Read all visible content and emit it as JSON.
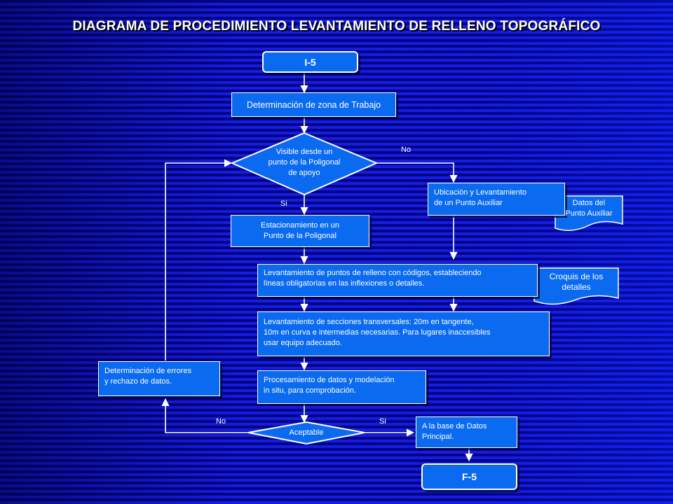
{
  "title": "DIAGRAMA DE PROCEDIMIENTO LEVANTAMIENTO DE RELLENO TOPOGRÁFICO",
  "nodes": {
    "start": "I-5",
    "zona": "Determinación de zona de Trabajo",
    "visible": "Visible desde un\npunto de la Poligonal\nde apoyo",
    "estacionamiento": "Estacionamiento en un\nPunto de la Poligonal",
    "ubicacion": "Ubicación y  Levantamiento\nde un Punto Auxiliar",
    "datos_aux": "Datos del\nPunto Auxiliar",
    "relleno": "Levantamiento de puntos de relleno con códigos, estableciendo\nlíneas obligatorias en las inflexiones o detalles.",
    "croquis": "Croquis de los\ndetalles",
    "secciones": "Levantamiento de secciones transversales: 20m en tangente,\n10m en curva e intermedias necesarias. Para lugares inaccesibles\nusar equipo adecuado.",
    "procesamiento": "Procesamiento de datos y modelación\nin situ, para comprobación.",
    "errores": "Determinación de errores\ny rechazo de datos.",
    "aceptable": "Aceptable",
    "base": "A la base de Datos\nPrincipal.",
    "end": "F-5"
  },
  "labels": {
    "no_visible": "No",
    "si_visible": "Si",
    "no_aceptable": "No",
    "si_aceptable": "Si"
  },
  "colors": {
    "box_fill": "#0b6bf0",
    "stroke": "#ffffff",
    "background": "#0a0ad8"
  }
}
